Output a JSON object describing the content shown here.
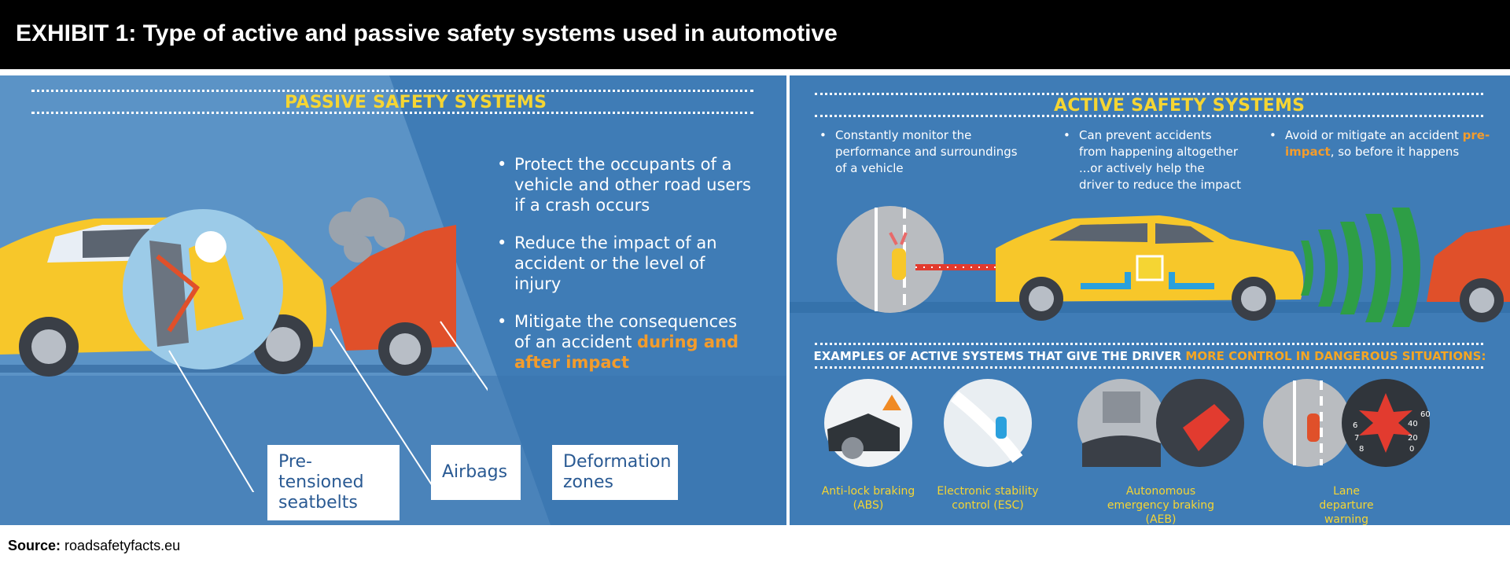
{
  "header": {
    "title": "EXHIBIT 1: Type of active and passive safety systems used in automotive"
  },
  "passive": {
    "title": "PASSIVE SAFETY SYSTEMS",
    "bullet_1": "Protect the occupants of a vehicle and other road users if a crash occurs",
    "bullet_2": "Reduce the impact of an accident or the level of injury",
    "bullet_3_text": "Mitigate the consequences of an accident ",
    "bullet_3_highlight": "during and after impact",
    "labels": {
      "seatbelts": "Pre-tensioned seatbelts",
      "airbags": "Airbags",
      "deformation": "Deformation zones"
    }
  },
  "active": {
    "title": "ACTIVE SAFETY SYSTEMS",
    "bullet_1": "Constantly monitor the performance and surroundings of a vehicle",
    "bullet_2a": "Can prevent accidents from happening altogether",
    "bullet_2b": "...or actively help the driver to reduce the impact",
    "bullet_3_text": "Avoid or mitigate an accident ",
    "bullet_3_highlight": "pre-impact",
    "bullet_3_rest": ", so before it happens",
    "examples_title": "EXAMPLES OF ACTIVE SYSTEMS THAT GIVE THE DRIVER ",
    "examples_highlight": "MORE CONTROL IN DANGEROUS SITUATIONS:",
    "examples": {
      "abs": "Anti-lock braking (ABS)",
      "esc": "Electronic stability control (ESC)",
      "aeb": "Autonomous emergency braking (AEB)",
      "ldw": "Lane departure warning (LDW)"
    },
    "gauge_numbers": [
      "40",
      "60",
      "20",
      "0",
      "6",
      "7",
      "8"
    ]
  },
  "source": {
    "label": "Source:",
    "text": "roadsafetyfacts.eu"
  },
  "colors": {
    "panel_blue": "#3f7cb6",
    "title_yellow": "#f5d533",
    "highlight_orange": "#f39c2c",
    "car_yellow": "#f7c72a",
    "car_red": "#e0502a",
    "sensor_green": "#2e9e46"
  }
}
